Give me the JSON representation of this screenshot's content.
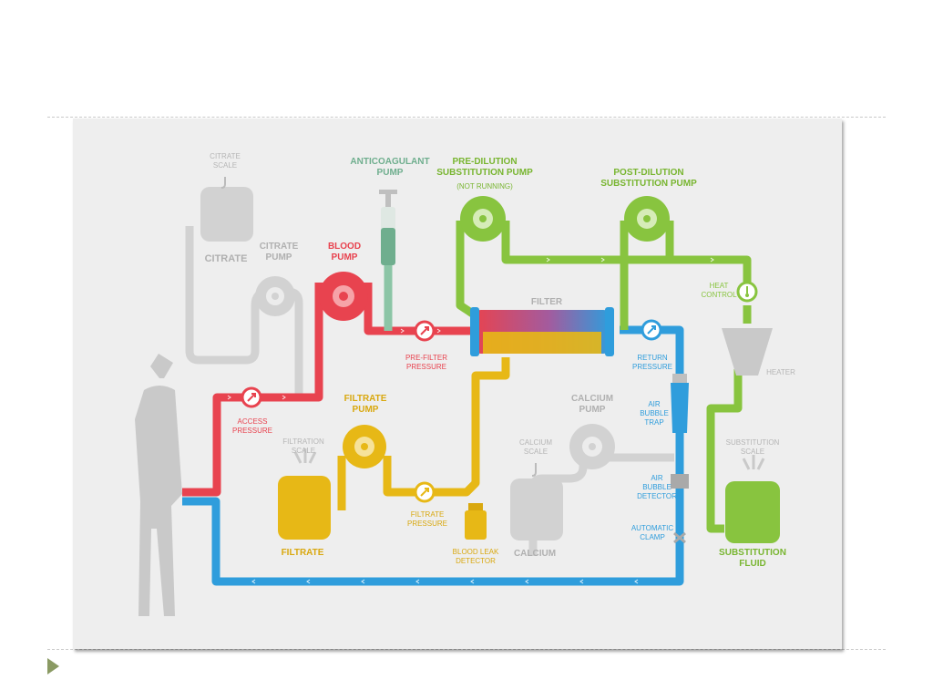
{
  "colors": {
    "gray": "#d2d2d2",
    "red": "#e8434f",
    "blue": "#2f9ddc",
    "green": "#88c43f",
    "yellow": "#e7b816",
    "mint": "#8cc5a6",
    "teal": "#6fae8e"
  },
  "labels": {
    "citrate_scale": [
      "CITRATE",
      "SCALE"
    ],
    "citrate": "CITRATE",
    "citrate_pump": [
      "CITRATE",
      "PUMP"
    ],
    "blood_pump": [
      "BLOOD",
      "PUMP"
    ],
    "anticoagulant_pump": [
      "ANTICOAGULANT",
      "PUMP"
    ],
    "pre_dilution": [
      "PRE-DILUTION",
      "SUBSTITUTION PUMP"
    ],
    "not_running": "(NOT RUNNING)",
    "post_dilution": [
      "POST-DILUTION",
      "SUBSTITUTION PUMP"
    ],
    "filter": "FILTER",
    "pre_filter_pressure": [
      "PRE-FILTER",
      "PRESSURE"
    ],
    "return_pressure": [
      "RETURN",
      "PRESSURE"
    ],
    "heat_control": [
      "HEAT",
      "CONTROL"
    ],
    "heater": "HEATER",
    "access_pressure": [
      "ACCESS",
      "PRESSURE"
    ],
    "filtrate_pump": [
      "FILTRATE",
      "PUMP"
    ],
    "filtration_scale": [
      "FILTRATION",
      "SCALE"
    ],
    "filtrate": "FILTRATE",
    "filtrate_pressure": [
      "FILTRATE",
      "PRESSURE"
    ],
    "blood_leak_detector": [
      "BLOOD LEAK",
      "DETECTOR"
    ],
    "calcium_pump": [
      "CALCIUM",
      "PUMP"
    ],
    "calcium_scale": [
      "CALCIUM",
      "SCALE"
    ],
    "calcium": "CALCIUM",
    "air_bubble_trap": [
      "AIR",
      "BUBBLE",
      "TRAP"
    ],
    "air_bubble_detector": [
      "AIR",
      "BUBBLE",
      "DETECTOR"
    ],
    "automatic_clamp": [
      "AUTOMATIC",
      "CLAMP"
    ],
    "substitution_scale": [
      "SUBSTITUTION",
      "SCALE"
    ],
    "substitution_fluid": [
      "SUBSTITUTION",
      "FLUID"
    ]
  }
}
